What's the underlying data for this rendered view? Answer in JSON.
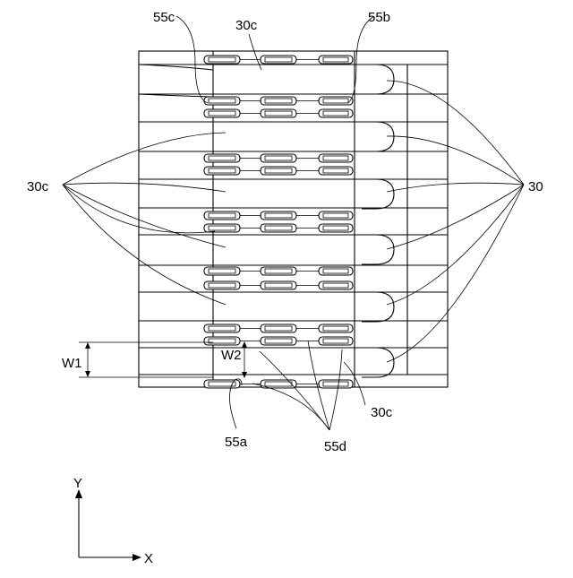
{
  "figure": {
    "labels": {
      "55c": "55c",
      "30c_top": "30c",
      "55b": "55b",
      "30c_left": "30c",
      "30_right": "30",
      "W1": "W1",
      "W2": "W2",
      "30c_bottom": "30c",
      "55a": "55a",
      "55d": "55d"
    },
    "axes": {
      "y": "Y",
      "x": "X"
    }
  }
}
